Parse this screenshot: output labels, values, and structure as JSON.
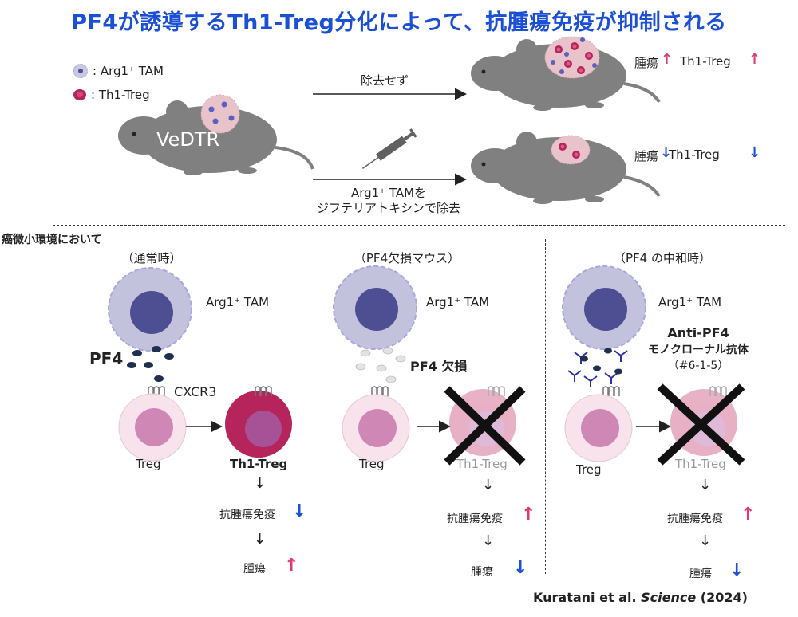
{
  "title": "PF4が誘導するTh1-Treg分化によって、抗腫瘍免疫が抑制される",
  "legend": {
    "tam": ": Arg1⁺ TAM",
    "treg": ": Th1-Treg"
  },
  "experiment": {
    "mouse_label": "VeDTR",
    "top_arrow_label": "除去せず",
    "bottom_arrow_label_line1": "Arg1⁺ TAMを",
    "bottom_arrow_label_line2": "ジフテリアトキシンで除去",
    "top_result_tumor": "腫瘍",
    "top_result_treg": "Th1-Treg",
    "bottom_result_tumor": "腫瘍",
    "bottom_result_treg": "Th1-Treg"
  },
  "section_label": "癌微小環境において",
  "panels": [
    {
      "heading": "（通常時）",
      "tam_label": "Arg1⁺ TAM",
      "pf4_label": "PF4",
      "receptor_label": "CXCR3",
      "treg_label": "Treg",
      "th1treg_label": "Th1-Treg",
      "immunity_label": "抗腫瘍免疫",
      "tumor_label": "腫瘍"
    },
    {
      "heading": "（PF4欠損マウス）",
      "tam_label": "Arg1⁺ TAM",
      "pf4_label": "PF4 欠損",
      "treg_label": "Treg",
      "th1treg_label": "Th1-Treg",
      "immunity_label": "抗腫瘍免疫",
      "tumor_label": "腫瘍"
    },
    {
      "heading": "（PF4 の中和時）",
      "tam_label": "Arg1⁺ TAM",
      "antibody_line1": "Anti-PF4",
      "antibody_line2": "モノクローナル抗体",
      "antibody_line3": "（#6-1-5）",
      "treg_label": "Treg",
      "th1treg_label": "Th1-Treg",
      "immunity_label": "抗腫瘍免疫",
      "tumor_label": "腫瘍"
    }
  ],
  "citation": {
    "authors": "Kuratani et al.",
    "journal": "Science",
    "year": "(2024)"
  },
  "colors": {
    "title": "#1a4fd6",
    "up_arrow": "#e03a6e",
    "down_arrow": "#1f4fd9",
    "tam_body": "#c3c2dc",
    "tam_nucleus": "#4e4f92",
    "th1treg": "#b5245a",
    "treg": "#f6dde8"
  }
}
